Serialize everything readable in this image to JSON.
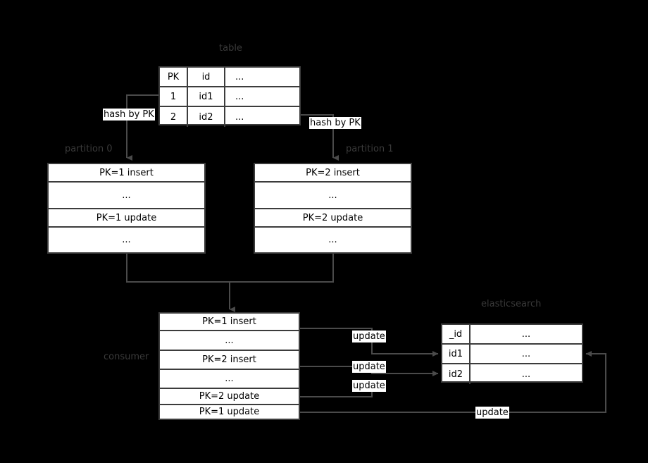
{
  "diagram": {
    "title_captions": {
      "table": "table",
      "partition_0": "partition 0",
      "partition_1": "partition 1",
      "consumer": "consumer",
      "elasticsearch": "elasticsearch"
    },
    "colors": {
      "background": "#000000",
      "box_fill": "#ffffff",
      "stroke": "#3c3c3c",
      "caption_text": "#3a3a3a",
      "label_text": "#000000",
      "label_fill": "#ffffff"
    },
    "source_table": {
      "columns": [
        "PK",
        "id",
        "..."
      ],
      "rows": [
        [
          "1",
          "id1",
          "..."
        ],
        [
          "2",
          "id2",
          "..."
        ]
      ]
    },
    "partition_0": {
      "entries": [
        "PK=1 insert",
        "...",
        "PK=1 update",
        "..."
      ]
    },
    "partition_1": {
      "entries": [
        "PK=2 insert",
        "...",
        "PK=2 update",
        "..."
      ]
    },
    "consumer": {
      "entries": [
        "PK=1 insert",
        "...",
        "PK=2 insert",
        "...",
        "PK=2 update",
        "PK=1 update"
      ]
    },
    "elasticsearch": {
      "rows": [
        [
          "_id",
          "..."
        ],
        [
          "id1",
          "..."
        ],
        [
          "id2",
          "..."
        ]
      ]
    },
    "edge_labels": {
      "hash_left": "hash by PK",
      "hash_right": "hash by PK",
      "update_1": "update",
      "update_2": "update",
      "update_3": "update",
      "update_4": "update"
    }
  }
}
